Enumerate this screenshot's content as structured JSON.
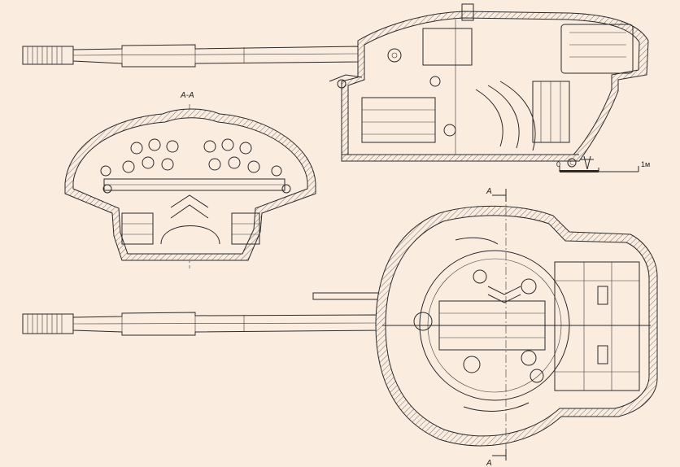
{
  "labels": {
    "section_title": "A-A",
    "cut_mark_top": "A",
    "cut_mark_bottom": "A",
    "scale_zero": "0",
    "scale_one": "1м"
  },
  "colors": {
    "paper": "#fbece0",
    "ink": "#2a2a2a"
  },
  "icons": {
    "scale_logo": "c-circle-logo"
  }
}
